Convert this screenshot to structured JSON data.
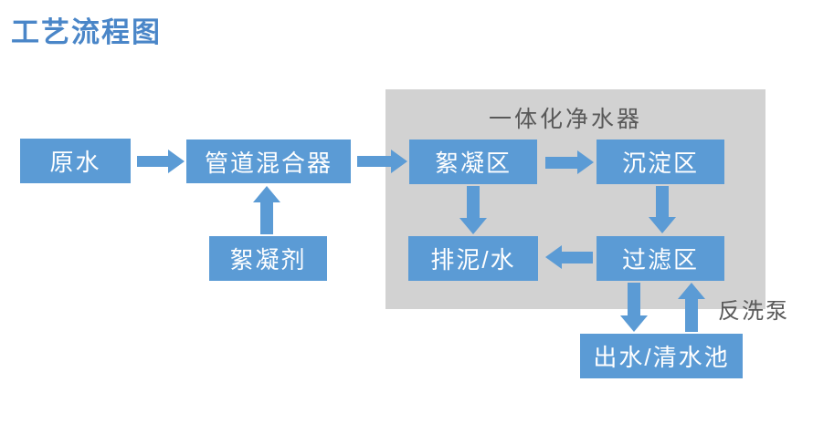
{
  "title": "工艺流程图",
  "colors": {
    "node_blue": "#5b9bd5",
    "container_gray": "#d2d2d2",
    "title_blue": "#4a86c8",
    "label_gray": "#595959",
    "node_text": "#ffffff"
  },
  "container": {
    "label": "一体化净水器"
  },
  "nodes": {
    "raw_water": {
      "label": "原水"
    },
    "pipe_mixer": {
      "label": "管道混合器"
    },
    "flocculant": {
      "label": "絮凝剂"
    },
    "flocculation": {
      "label": "絮凝区"
    },
    "sedimentation": {
      "label": "沉淀区"
    },
    "sludge_water": {
      "label": "排泥/水"
    },
    "filtration": {
      "label": "过滤区"
    },
    "outlet": {
      "label": "出水/清水池"
    }
  },
  "annotations": {
    "backwash_pump": "反洗泵"
  },
  "flows": [
    {
      "from": "原水",
      "to": "管道混合器",
      "direction": "right"
    },
    {
      "from": "絮凝剂",
      "to": "管道混合器",
      "direction": "up"
    },
    {
      "from": "管道混合器",
      "to": "絮凝区",
      "direction": "right"
    },
    {
      "from": "絮凝区",
      "to": "沉淀区",
      "direction": "right"
    },
    {
      "from": "絮凝区",
      "to": "排泥/水",
      "direction": "down"
    },
    {
      "from": "沉淀区",
      "to": "过滤区",
      "direction": "down"
    },
    {
      "from": "过滤区",
      "to": "排泥/水",
      "direction": "left"
    },
    {
      "from": "过滤区",
      "to": "出水/清水池",
      "direction": "down"
    },
    {
      "from": "出水/清水池",
      "to": "过滤区",
      "direction": "up",
      "via": "反洗泵"
    }
  ]
}
